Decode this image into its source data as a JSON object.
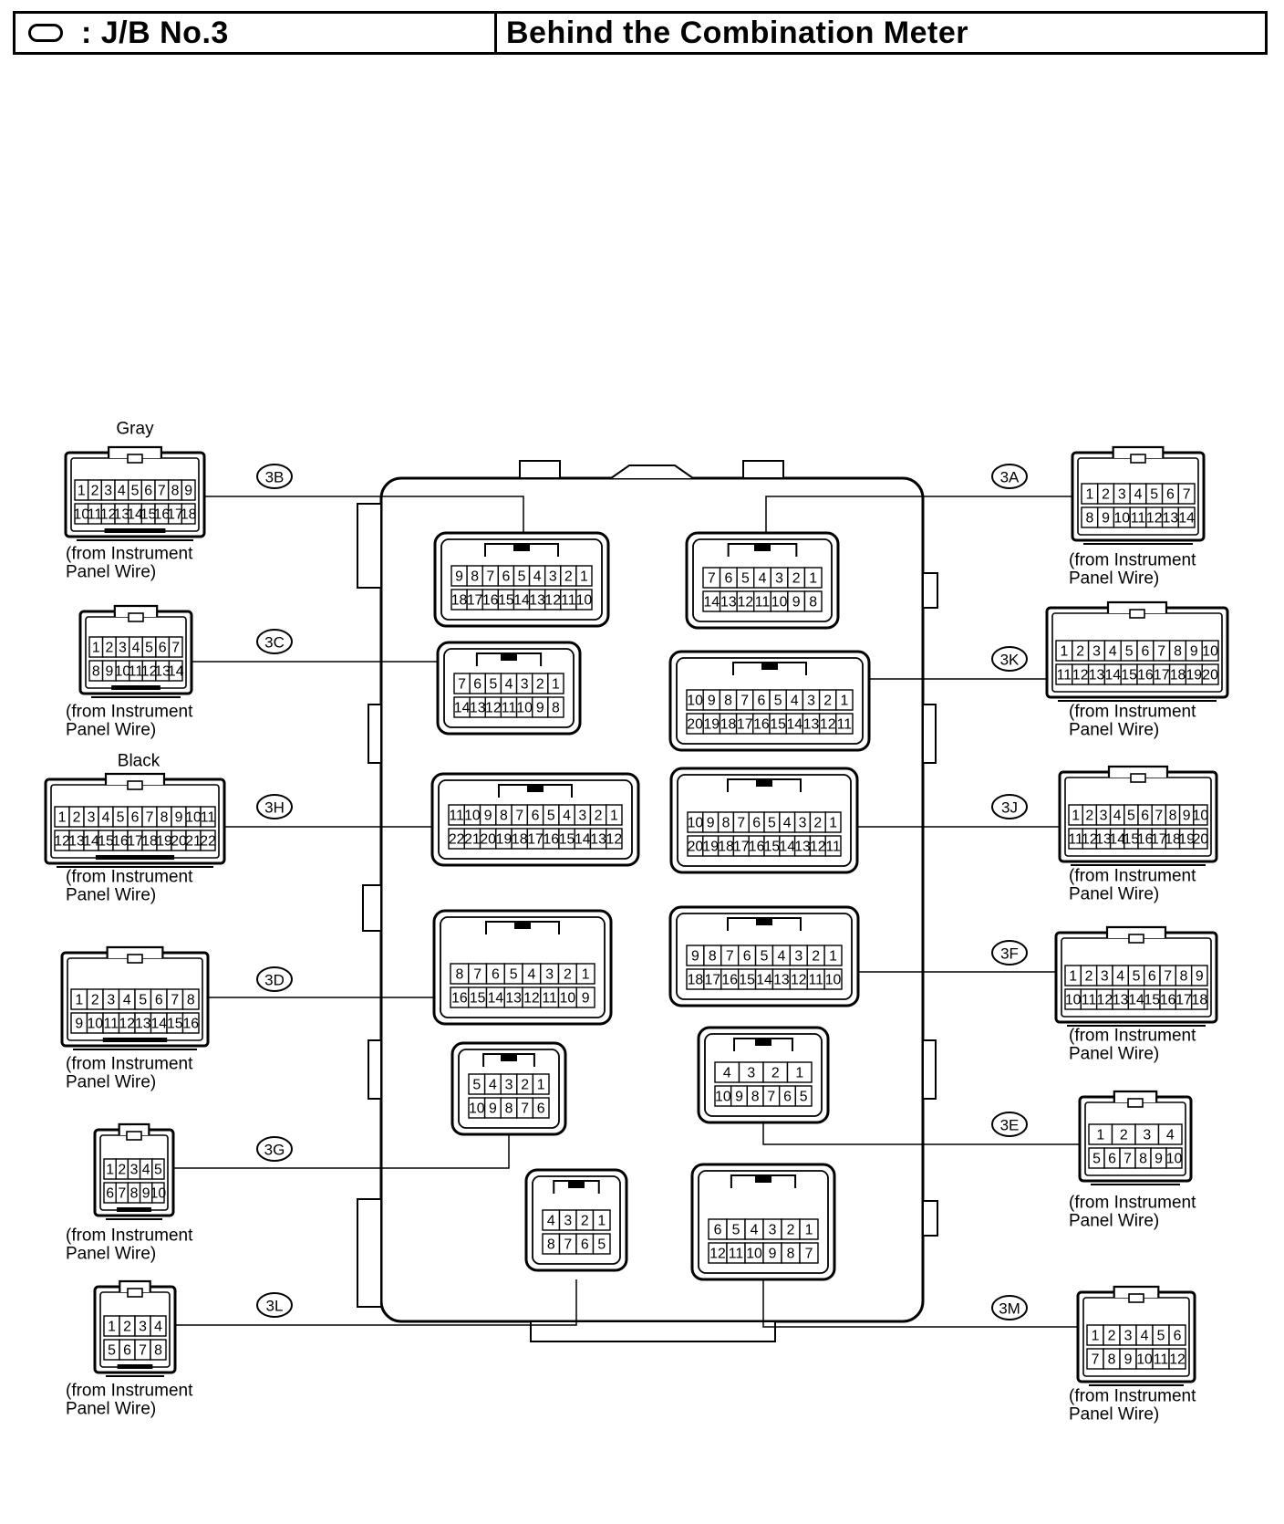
{
  "header": {
    "symbol_icon": "oval-icon",
    "title_left": ": J/B No.3",
    "title_right": "Behind the Combination Meter"
  },
  "connectors": [
    {
      "id": "3B",
      "color_label": "Gray",
      "sub_line1": "(from Instrument",
      "sub_line2": "Panel Wire)",
      "ext_rows": [
        [
          "1",
          "2",
          "3",
          "4",
          "5",
          "6",
          "7",
          "8",
          "9"
        ],
        [
          "10",
          "11",
          "12",
          "13",
          "14",
          "15",
          "16",
          "17",
          "18"
        ]
      ],
      "box_rows": [
        [
          "9",
          "8",
          "7",
          "6",
          "5",
          "4",
          "3",
          "2",
          "1"
        ],
        [
          "18",
          "17",
          "16",
          "15",
          "14",
          "13",
          "12",
          "11",
          "10"
        ]
      ]
    },
    {
      "id": "3C",
      "color_label": "",
      "sub_line1": "(from Instrument",
      "sub_line2": "Panel Wire)",
      "ext_rows": [
        [
          "1",
          "2",
          "3",
          "4",
          "5",
          "6",
          "7"
        ],
        [
          "8",
          "9",
          "10",
          "11",
          "12",
          "13",
          "14"
        ]
      ],
      "box_rows": [
        [
          "7",
          "6",
          "5",
          "4",
          "3",
          "2",
          "1"
        ],
        [
          "14",
          "13",
          "12",
          "11",
          "10",
          "9",
          "8"
        ]
      ]
    },
    {
      "id": "3H",
      "color_label": "Black",
      "sub_line1": "(from Instrument",
      "sub_line2": "Panel Wire)",
      "ext_rows": [
        [
          "1",
          "2",
          "3",
          "4",
          "5",
          "6",
          "7",
          "8",
          "9",
          "10",
          "11"
        ],
        [
          "12",
          "13",
          "14",
          "15",
          "16",
          "17",
          "18",
          "19",
          "20",
          "21",
          "22"
        ]
      ],
      "box_rows": [
        [
          "11",
          "10",
          "9",
          "8",
          "7",
          "6",
          "5",
          "4",
          "3",
          "2",
          "1"
        ],
        [
          "22",
          "21",
          "20",
          "19",
          "18",
          "17",
          "16",
          "15",
          "14",
          "13",
          "12"
        ]
      ]
    },
    {
      "id": "3D",
      "color_label": "",
      "sub_line1": "(from Instrument",
      "sub_line2": "Panel Wire)",
      "ext_rows": [
        [
          "1",
          "2",
          "3",
          "4",
          "5",
          "6",
          "7",
          "8"
        ],
        [
          "9",
          "10",
          "11",
          "12",
          "13",
          "14",
          "15",
          "16"
        ]
      ],
      "box_rows": [
        [
          "8",
          "7",
          "6",
          "5",
          "4",
          "3",
          "2",
          "1"
        ],
        [
          "16",
          "15",
          "14",
          "13",
          "12",
          "11",
          "10",
          "9"
        ]
      ]
    },
    {
      "id": "3G",
      "color_label": "",
      "sub_line1": "(from Instrument",
      "sub_line2": "Panel Wire)",
      "ext_rows": [
        [
          "1",
          "2",
          "3",
          "4",
          "5"
        ],
        [
          "6",
          "7",
          "8",
          "9",
          "10"
        ]
      ],
      "box_rows": [
        [
          "5",
          "4",
          "3",
          "2",
          "1"
        ],
        [
          "10",
          "9",
          "8",
          "7",
          "6"
        ]
      ]
    },
    {
      "id": "3L",
      "color_label": "",
      "sub_line1": "(from Instrument",
      "sub_line2": "Panel Wire)",
      "ext_rows": [
        [
          "1",
          "2",
          "3",
          "4"
        ],
        [
          "5",
          "6",
          "7",
          "8"
        ]
      ],
      "box_rows": [
        [
          "4",
          "3",
          "2",
          "1"
        ],
        [
          "8",
          "7",
          "6",
          "5"
        ]
      ]
    },
    {
      "id": "3A",
      "color_label": "",
      "sub_line1": "(from Instrument",
      "sub_line2": "Panel Wire)",
      "ext_rows": [
        [
          "1",
          "2",
          "3",
          "4",
          "5",
          "6",
          "7"
        ],
        [
          "8",
          "9",
          "10",
          "11",
          "12",
          "13",
          "14"
        ]
      ],
      "box_rows": [
        [
          "7",
          "6",
          "5",
          "4",
          "3",
          "2",
          "1"
        ],
        [
          "14",
          "13",
          "12",
          "11",
          "10",
          "9",
          "8"
        ]
      ]
    },
    {
      "id": "3K",
      "color_label": "",
      "sub_line1": "(from Instrument",
      "sub_line2": "Panel Wire)",
      "ext_rows": [
        [
          "1",
          "2",
          "3",
          "4",
          "5",
          "6",
          "7",
          "8",
          "9",
          "10"
        ],
        [
          "11",
          "12",
          "13",
          "14",
          "15",
          "16",
          "17",
          "18",
          "19",
          "20"
        ]
      ],
      "box_rows": [
        [
          "10",
          "9",
          "8",
          "7",
          "6",
          "5",
          "4",
          "3",
          "2",
          "1"
        ],
        [
          "20",
          "19",
          "18",
          "17",
          "16",
          "15",
          "14",
          "13",
          "12",
          "11"
        ]
      ]
    },
    {
      "id": "3J",
      "color_label": "",
      "sub_line1": "(from Instrument",
      "sub_line2": "Panel Wire)",
      "ext_rows": [
        [
          "1",
          "2",
          "3",
          "4",
          "5",
          "6",
          "7",
          "8",
          "9",
          "10"
        ],
        [
          "11",
          "12",
          "13",
          "14",
          "15",
          "16",
          "17",
          "18",
          "19",
          "20"
        ]
      ],
      "box_rows": [
        [
          "10",
          "9",
          "8",
          "7",
          "6",
          "5",
          "4",
          "3",
          "2",
          "1"
        ],
        [
          "20",
          "19",
          "18",
          "17",
          "16",
          "15",
          "14",
          "13",
          "12",
          "11"
        ]
      ]
    },
    {
      "id": "3F",
      "color_label": "",
      "sub_line1": "(from Instrument",
      "sub_line2": "Panel Wire)",
      "ext_rows": [
        [
          "1",
          "2",
          "3",
          "4",
          "5",
          "6",
          "7",
          "8",
          "9"
        ],
        [
          "10",
          "11",
          "12",
          "13",
          "14",
          "15",
          "16",
          "17",
          "18"
        ]
      ],
      "box_rows": [
        [
          "9",
          "8",
          "7",
          "6",
          "5",
          "4",
          "3",
          "2",
          "1"
        ],
        [
          "18",
          "17",
          "16",
          "15",
          "14",
          "13",
          "12",
          "11",
          "10"
        ]
      ]
    },
    {
      "id": "3E",
      "color_label": "",
      "sub_line1": "(from Instrument",
      "sub_line2": "Panel Wire)",
      "ext_rows": [
        [
          "1",
          "2",
          "3",
          "4"
        ],
        [
          "5",
          "6",
          "7",
          "8",
          "9",
          "10"
        ]
      ],
      "box_rows": [
        [
          "4",
          "3",
          "2",
          "1"
        ],
        [
          "10",
          "9",
          "8",
          "7",
          "6",
          "5"
        ]
      ]
    },
    {
      "id": "3M",
      "color_label": "",
      "sub_line1": "(from Instrument",
      "sub_line2": "Panel Wire)",
      "ext_rows": [
        [
          "1",
          "2",
          "3",
          "4",
          "5",
          "6"
        ],
        [
          "7",
          "8",
          "9",
          "10",
          "11",
          "12"
        ]
      ],
      "box_rows": [
        [
          "6",
          "5",
          "4",
          "3",
          "2",
          "1"
        ],
        [
          "12",
          "11",
          "10",
          "9",
          "8",
          "7"
        ]
      ]
    }
  ]
}
